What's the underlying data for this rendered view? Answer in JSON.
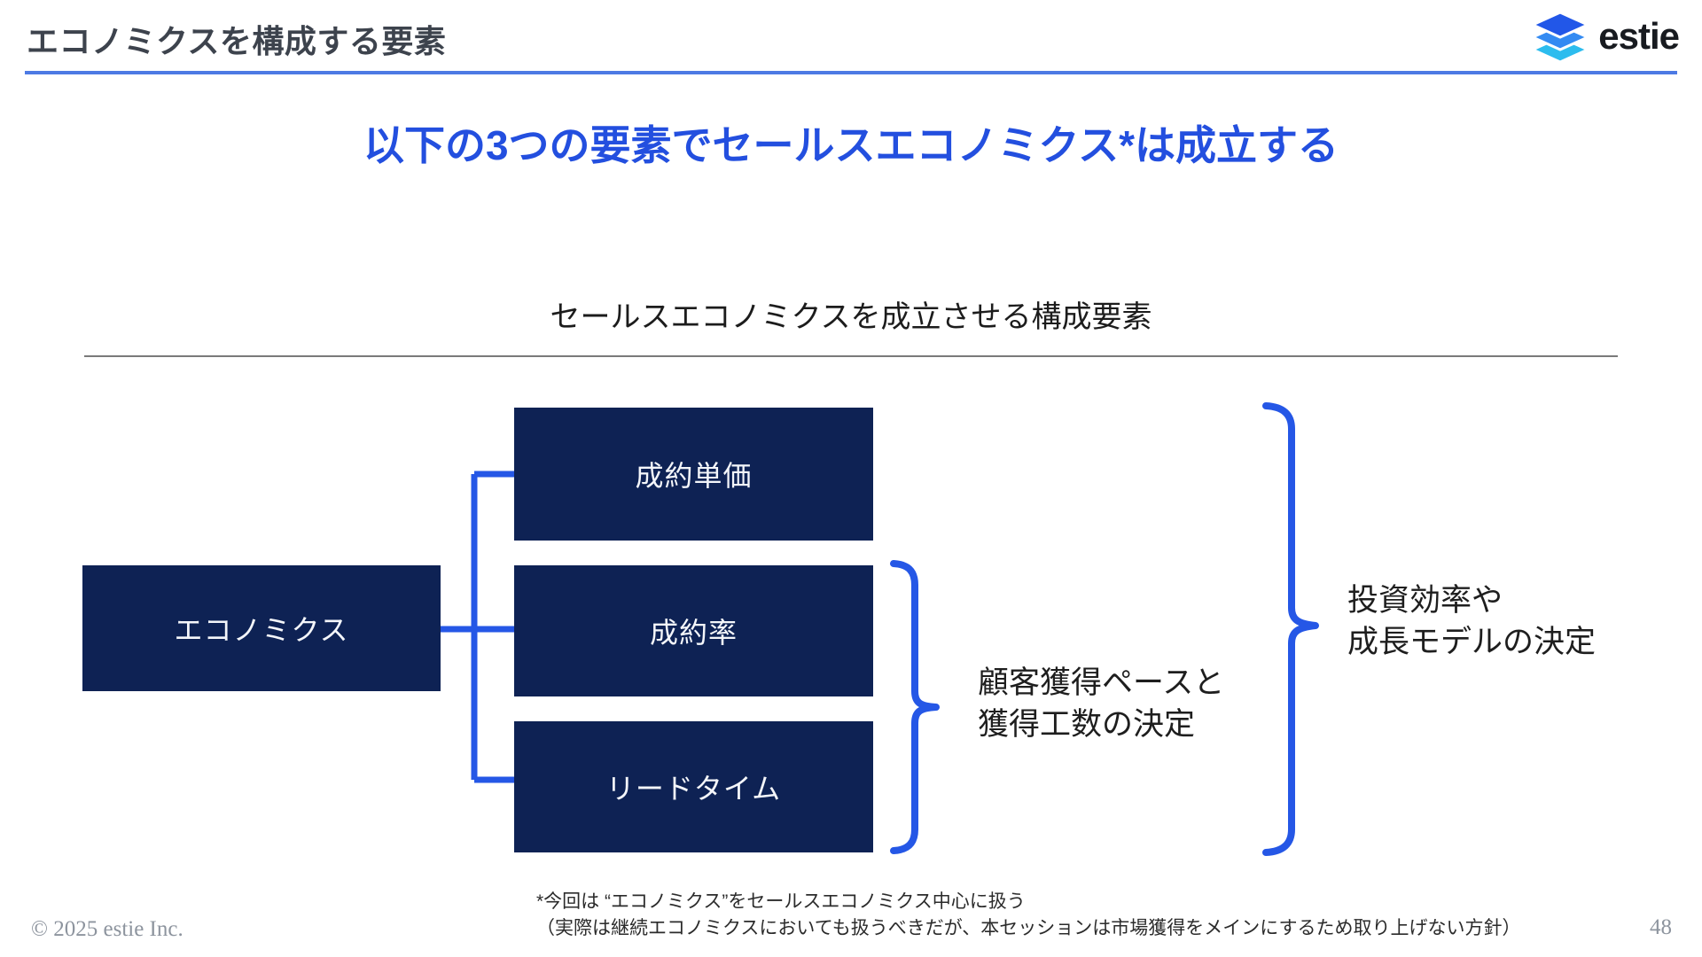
{
  "header": {
    "title": "エコノミクスを構成する要素",
    "logo_text": "estie"
  },
  "main": {
    "heading": "以下の3つの要素でセールスエコノミクス*は成立する",
    "diagram_title": "セールスエコノミクスを成立させる構成要素"
  },
  "diagram": {
    "root_box": "エコノミクス",
    "factor_boxes": [
      "成約単価",
      "成約率",
      "リードタイム"
    ],
    "inner_bracket_label_line1": "顧客獲得ペースと",
    "inner_bracket_label_line2": "獲得工数の決定",
    "outer_bracket_label_line1": "投資効率や",
    "outer_bracket_label_line2": "成長モデルの決定"
  },
  "footnote": {
    "line1": "*今回は “エコノミクス”をセールスエコノミクス中心に扱う",
    "line2": "（実際は継続エコノミクスにおいても扱うべきだが、本セッションは市場獲得をメインにするため取り上げない方針）"
  },
  "footer": {
    "copyright": "© 2025 estie Inc.",
    "page_number": "48"
  },
  "colors": {
    "accent_blue": "#2557e6",
    "navy_box": "#0e2254",
    "heading_blue": "#234fdf",
    "header_rule": "#4d7ae4",
    "logo_layer_top": "#2257e8",
    "logo_layer_mid": "#338af2",
    "logo_layer_bottom": "#2cbcee"
  }
}
